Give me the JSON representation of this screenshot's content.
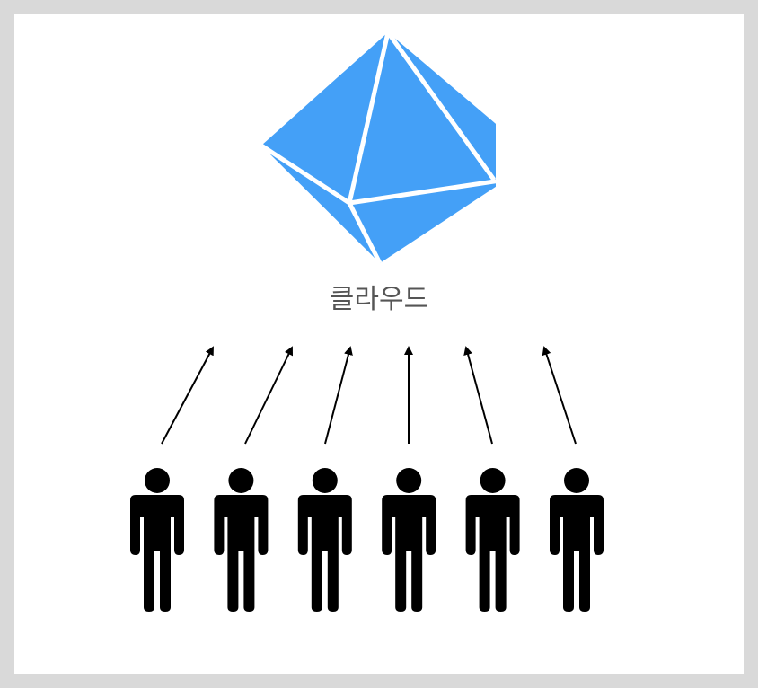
{
  "cloud": {
    "label": "클라우드",
    "icon": "cloud-gem-icon",
    "color": "#44a0f7"
  },
  "users": {
    "count": 6,
    "icon": "person-icon",
    "color": "#000000"
  },
  "arrows": {
    "count": 6,
    "direction": "up",
    "color": "#000000"
  },
  "colors": {
    "background": "#ffffff",
    "frame": "#d9d9d9"
  }
}
